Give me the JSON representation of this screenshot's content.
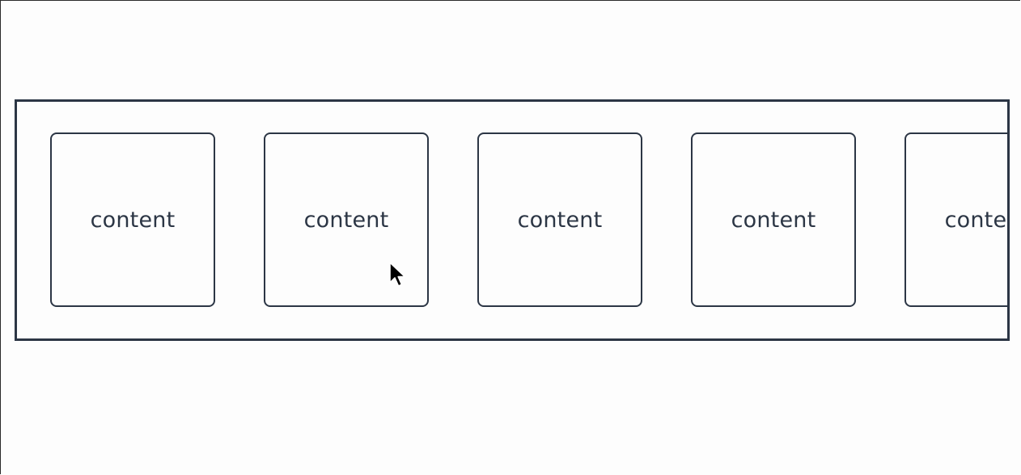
{
  "scroller": {
    "cards": [
      {
        "label": "content"
      },
      {
        "label": "content"
      },
      {
        "label": "content"
      },
      {
        "label": "content"
      },
      {
        "label": "content"
      }
    ]
  },
  "colors": {
    "border": "#2c3645",
    "text": "#2c3645",
    "background": "#fdfdfd"
  },
  "icons": {
    "cursor": "mouse-pointer-icon"
  }
}
